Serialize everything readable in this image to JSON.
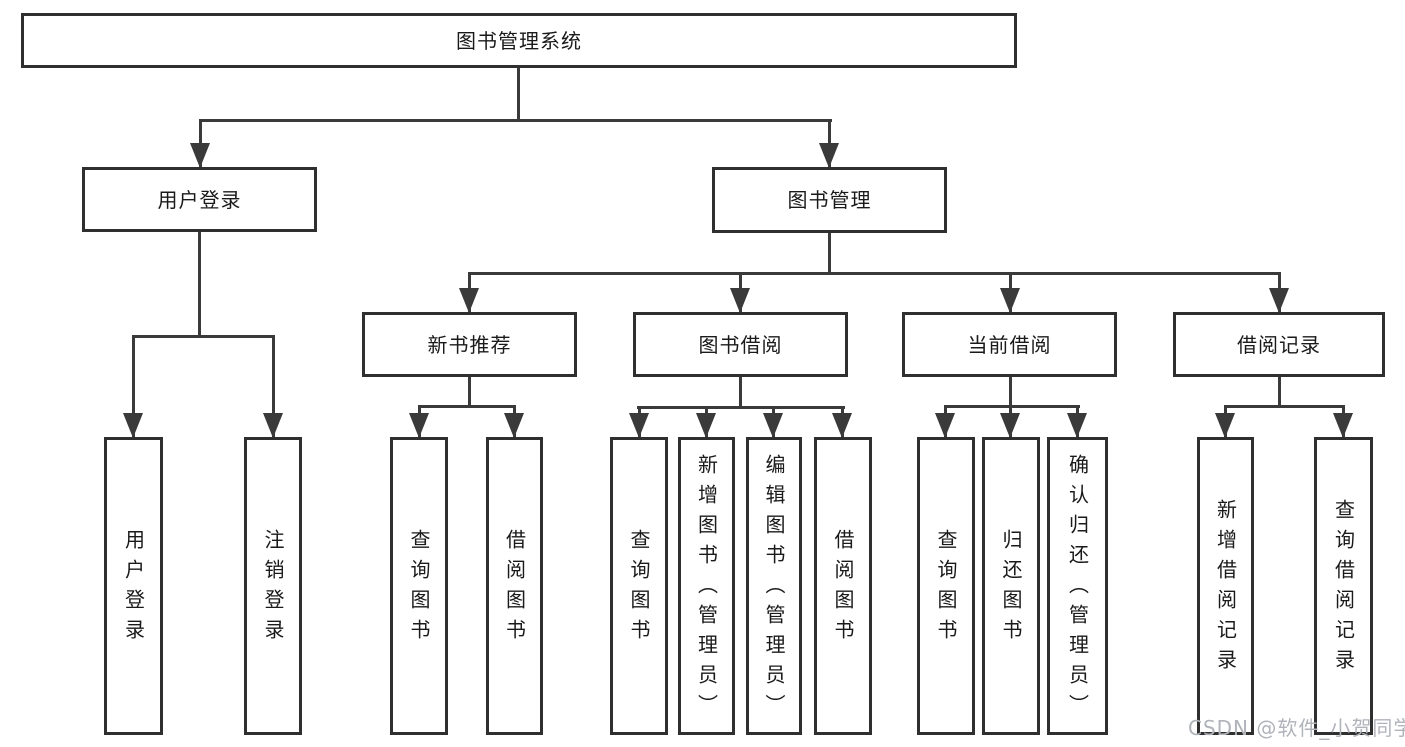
{
  "diagram": {
    "root": {
      "label": "图书管理系统"
    },
    "branches": [
      {
        "label": "用户登录",
        "children": [
          {
            "label": "用户登录"
          },
          {
            "label": "注销登录"
          }
        ]
      },
      {
        "label": "图书管理",
        "children": [
          {
            "label": "新书推荐",
            "children": [
              {
                "label": "查询图书"
              },
              {
                "label": "借阅图书"
              }
            ]
          },
          {
            "label": "图书借阅",
            "children": [
              {
                "label": "查询图书"
              },
              {
                "label": "新增图书（管理员）"
              },
              {
                "label": "编辑图书（管理员）"
              },
              {
                "label": "借阅图书"
              }
            ]
          },
          {
            "label": "当前借阅",
            "children": [
              {
                "label": "查询图书"
              },
              {
                "label": "归还图书"
              },
              {
                "label": "确认归还（管理员）"
              }
            ]
          },
          {
            "label": "借阅记录",
            "children": [
              {
                "label": "新增借阅记录"
              },
              {
                "label": "查询借阅记录"
              }
            ]
          }
        ]
      }
    ]
  },
  "watermark": {
    "text": "CSDN @软件_小贺同学"
  },
  "colors": {
    "line": "#3a3a3a",
    "border": "#2f2f2f",
    "text": "#1a1a1a",
    "box_fill": "#ffffff",
    "watermark": "#b0b3ba"
  }
}
